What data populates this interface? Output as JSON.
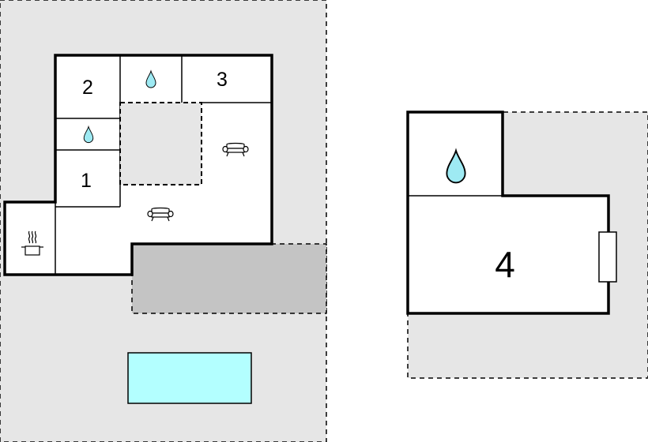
{
  "rooms": {
    "bedroom1": "1",
    "bedroom2": "2",
    "bedroom3": "3",
    "bedroom4": "4"
  },
  "colors": {
    "plot": "#e6e6e6",
    "terrace": "#c4c4c4",
    "wall": "#000000",
    "floor": "#ffffff",
    "pool": "#b3ffff",
    "water_icon": "#9eeaf3"
  },
  "icons": {
    "bathroom": "water-drop-icon",
    "living": "sofa-icon",
    "kitchen": "cooking-pot-icon",
    "fireplace": "fireplace-icon"
  }
}
